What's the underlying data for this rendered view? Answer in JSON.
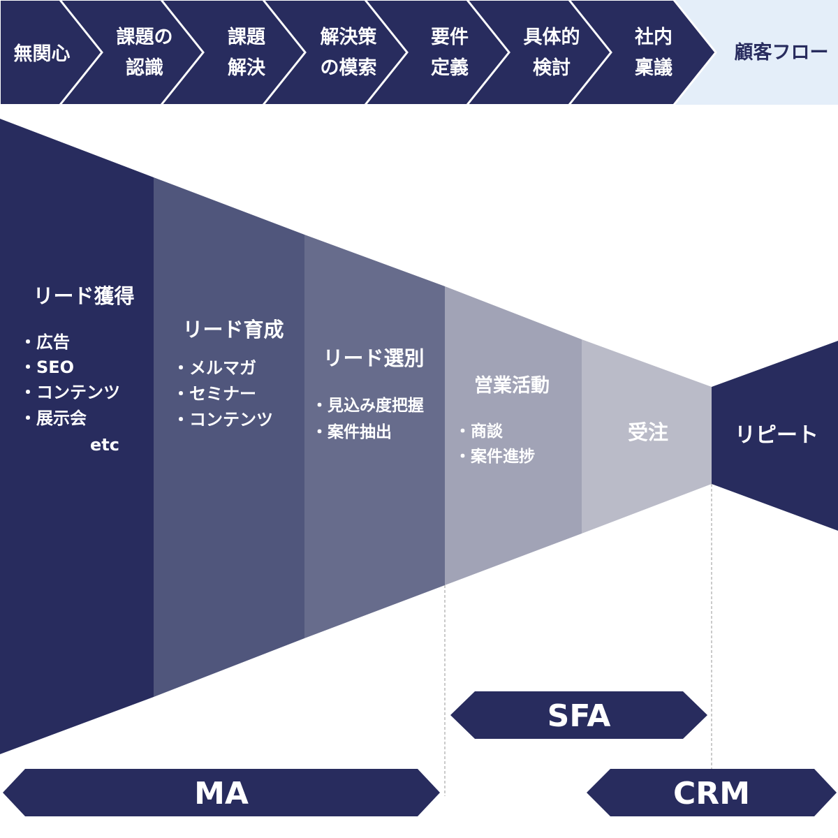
{
  "flow_steps": [
    {
      "lines": [
        "無関心"
      ]
    },
    {
      "lines": [
        "課題の",
        "認識"
      ]
    },
    {
      "lines": [
        "課題",
        "解決"
      ]
    },
    {
      "lines": [
        "解決策",
        "の模索"
      ]
    },
    {
      "lines": [
        "要件",
        "定義"
      ]
    },
    {
      "lines": [
        "具体的",
        "検討"
      ]
    },
    {
      "lines": [
        "社内",
        "稟議"
      ]
    }
  ],
  "flow_header_label": "顧客フロー",
  "stages": [
    {
      "title": "リード獲得",
      "items": [
        "・広告",
        "・SEO",
        "・コンテンツ",
        "・展示会"
      ],
      "note": "etc"
    },
    {
      "title": "リード育成",
      "items": [
        "・メルマガ",
        "・セミナー",
        "・コンテンツ"
      ]
    },
    {
      "title": "リード選別",
      "items": [
        "・見込み度把握",
        "・案件抽出"
      ]
    },
    {
      "title": "営業活動",
      "items": [
        "・商談",
        "・案件進捗"
      ]
    },
    {
      "title": "受注",
      "items": []
    },
    {
      "title": "リピート",
      "items": []
    }
  ],
  "tools": {
    "sfa": "SFA",
    "ma": "MA",
    "crm": "CRM"
  },
  "colors": {
    "navy": "#282c5e",
    "header_light": "#e4eef9",
    "stage1": "#282c5e",
    "stage2": "#50567c",
    "stage3": "#676c8c",
    "stage4": "#a1a3b6",
    "stage5": "#babbc8",
    "stage6": "#282c5e",
    "dash": "#a8a8a8"
  }
}
